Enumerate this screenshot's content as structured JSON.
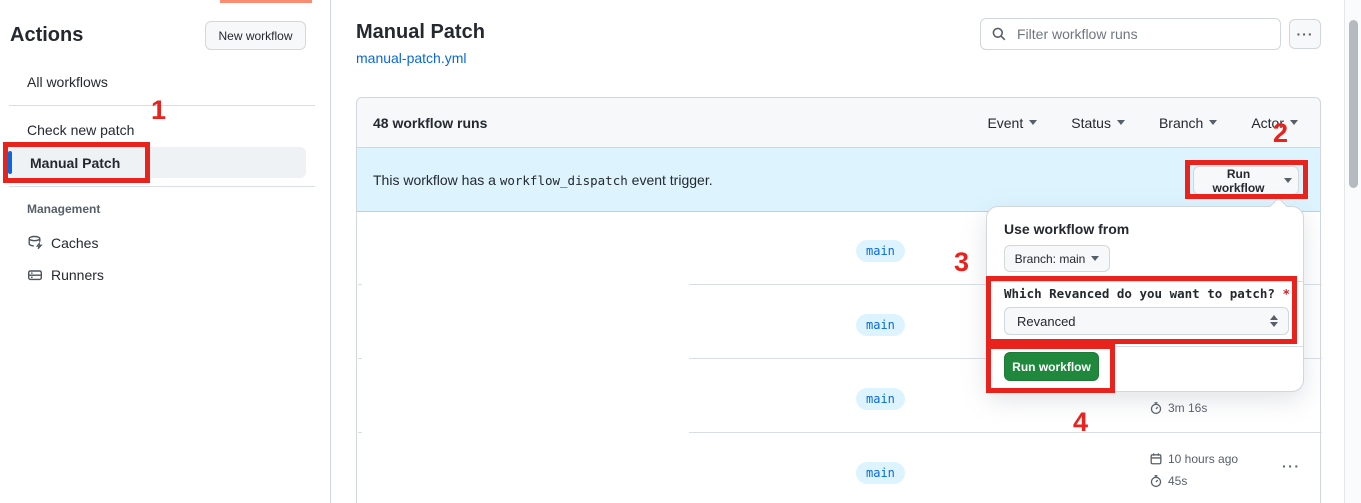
{
  "sidebar": {
    "title": "Actions",
    "new_workflow_button": "New workflow",
    "items": [
      {
        "label": "All workflows",
        "selected": false
      },
      {
        "label": "Check new patch",
        "selected": false
      },
      {
        "label": "Manual Patch",
        "selected": true
      }
    ],
    "management": {
      "label": "Management",
      "items": [
        {
          "label": "Caches",
          "icon": "cache-icon"
        },
        {
          "label": "Runners",
          "icon": "runners-icon"
        }
      ]
    }
  },
  "header": {
    "title": "Manual Patch",
    "workflow_file": "manual-patch.yml"
  },
  "toolbar": {
    "filter_placeholder": "Filter workflow runs",
    "kebab_glyph": "···"
  },
  "runs_panel": {
    "count_label": "48 workflow runs",
    "filters": [
      {
        "label": "Event"
      },
      {
        "label": "Status"
      },
      {
        "label": "Branch"
      },
      {
        "label": "Actor"
      }
    ],
    "banner": {
      "text_before": "This workflow has a",
      "code": "workflow_dispatch",
      "text_after": "event trigger.",
      "run_button": "Run workflow"
    },
    "rows": [
      {
        "branch": "main"
      },
      {
        "branch": "main"
      },
      {
        "branch": "main",
        "duration": "3m 16s"
      },
      {
        "branch": "main",
        "time": "10 hours ago",
        "duration": "45s",
        "kebab": "···"
      }
    ]
  },
  "popover": {
    "title": "Use workflow from",
    "branch_button": "Branch: main",
    "input_label": "Which Revanced do you want to patch?",
    "required_marker": "*",
    "select_value": "Revanced",
    "run_button": "Run workflow"
  },
  "annotations": {
    "step1": "1",
    "step2": "2",
    "step3": "3",
    "step4": "4"
  },
  "icons": {
    "search": "magnifier",
    "kebab": "horizontal-ellipsis",
    "caret_down": "triangle-down",
    "updown": "up-down-chevrons",
    "calendar": "calendar",
    "stopwatch": "stopwatch",
    "cache": "database-with-bolt",
    "runners": "server"
  },
  "colors": {
    "annotation_red": "#e8231d",
    "link_blue": "#0969da",
    "banner_blue": "#ddf4ff",
    "button_green": "#1f883d",
    "badge_bg": "#ddf4ff",
    "badge_text": "#0969da",
    "panel_border": "#d0d7de",
    "header_bg": "#f6f8fa",
    "accent_orange": "#fd8c73",
    "selected_accent": "#0969da"
  }
}
